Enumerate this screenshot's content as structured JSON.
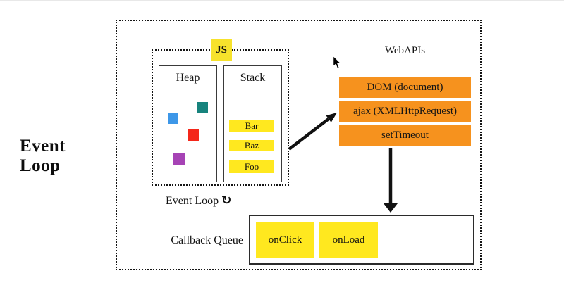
{
  "title": "Event Loop",
  "colors": {
    "item_yellow": "#FFE81F",
    "js_badge_yellow": "#F7E22C",
    "api_orange": "#F6921E",
    "dotted_border": "#151515",
    "arrow_black": "#111111"
  },
  "js_runtime": {
    "badge": "JS",
    "heap": {
      "label": "Heap",
      "objects": [
        {
          "name": "blue-square",
          "color": "#3D97E8"
        },
        {
          "name": "teal-square",
          "color": "#17837D"
        },
        {
          "name": "red-square",
          "color": "#F4271A"
        },
        {
          "name": "purple-square",
          "color": "#A643B5"
        }
      ]
    },
    "stack": {
      "label": "Stack",
      "frames": [
        "Bar",
        "Baz",
        "Foo"
      ]
    },
    "event_loop": {
      "label": "Event Loop",
      "icon": "↻"
    }
  },
  "webapis": {
    "label": "WebAPIs",
    "items": [
      "DOM (document)",
      "ajax (XMLHttpRequest)",
      "setTimeout"
    ]
  },
  "callback_queue": {
    "label": "Callback Queue",
    "items": [
      "onClick",
      "onLoad"
    ]
  }
}
